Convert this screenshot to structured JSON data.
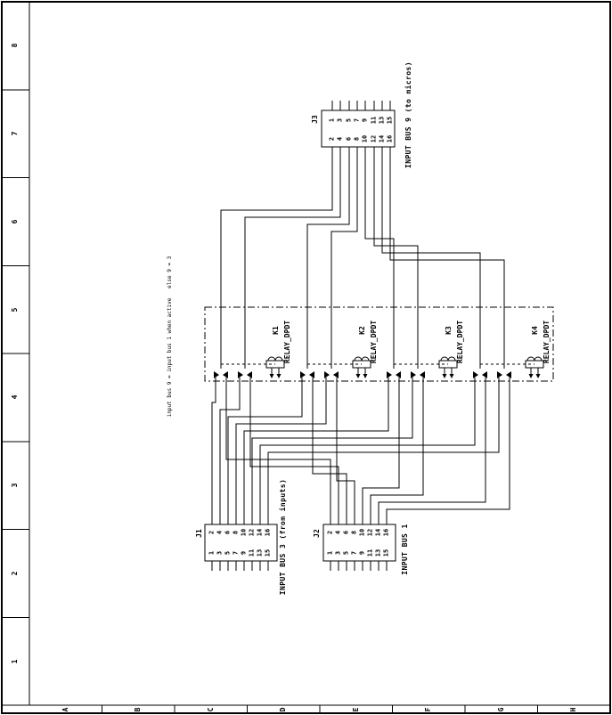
{
  "sheet": {
    "zone_numbers": [
      "8",
      "7",
      "6",
      "5",
      "4",
      "3",
      "2",
      "1"
    ],
    "zone_letters": [
      "A",
      "B",
      "C",
      "D",
      "E",
      "F",
      "G",
      "H"
    ]
  },
  "note": "input bus 9 = input bus 1 when active   else 9 = 3",
  "connectors": {
    "j3": {
      "name": "J3",
      "label": "INPUT BUS 9 (to micros)",
      "top_pins": [
        "1",
        "3",
        "5",
        "7",
        "9",
        "11",
        "13",
        "15"
      ],
      "bottom_pins": [
        "2",
        "4",
        "6",
        "8",
        "10",
        "12",
        "14",
        "16"
      ]
    },
    "j1": {
      "name": "J1",
      "label": "INPUT BUS 3 (from inputs)",
      "top_pins": [
        "2",
        "4",
        "6",
        "8",
        "10",
        "12",
        "14",
        "16"
      ],
      "bottom_pins": [
        "1",
        "3",
        "5",
        "7",
        "9",
        "11",
        "13",
        "15"
      ]
    },
    "j2": {
      "name": "J2",
      "label": "INPUT BUS 1",
      "top_pins": [
        "2",
        "4",
        "6",
        "8",
        "10",
        "12",
        "14",
        "16"
      ],
      "bottom_pins": [
        "1",
        "3",
        "5",
        "7",
        "9",
        "11",
        "13",
        "15"
      ]
    }
  },
  "relays": [
    {
      "ref": "K1",
      "type": "RELAY_DPDT"
    },
    {
      "ref": "K2",
      "type": "RELAY_DPDT"
    },
    {
      "ref": "K3",
      "type": "RELAY_DPDT"
    },
    {
      "ref": "K4",
      "type": "RELAY_DPDT"
    }
  ],
  "colors": {
    "line": "#000000",
    "background": "#ffffff"
  }
}
